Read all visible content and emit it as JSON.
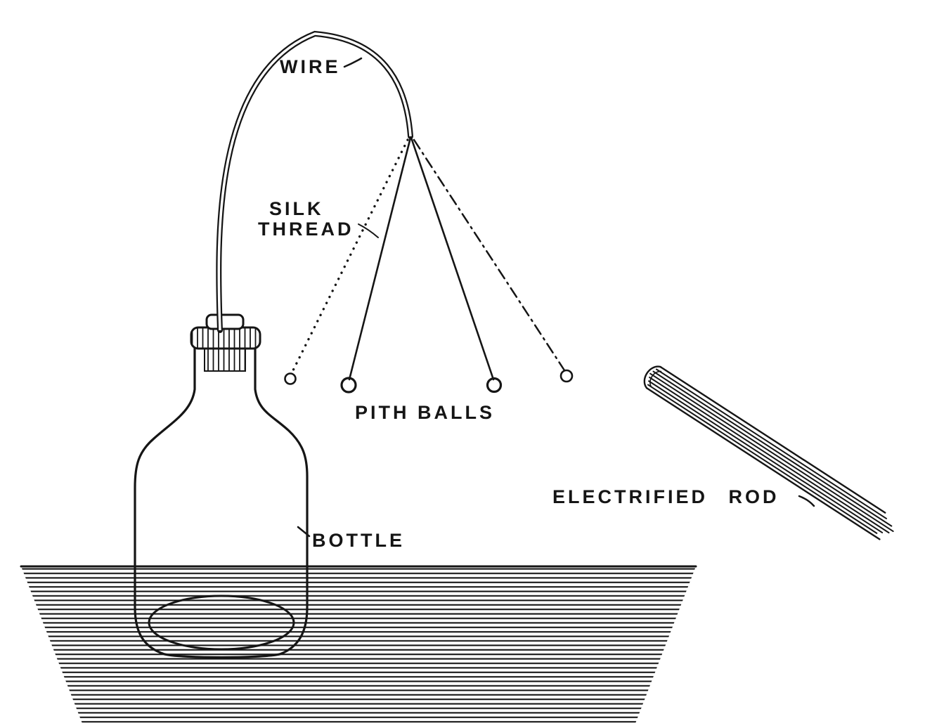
{
  "figure": {
    "colors": {
      "ink": "#151515",
      "background": "#ffffff"
    },
    "labels": {
      "wire": "WIRE",
      "silk": "SILK",
      "thread": "THREAD",
      "pith_balls": "PITH BALLS",
      "bottle": "BOTTLE",
      "electrified_rod": "ELECTRIFIED ROD"
    }
  }
}
